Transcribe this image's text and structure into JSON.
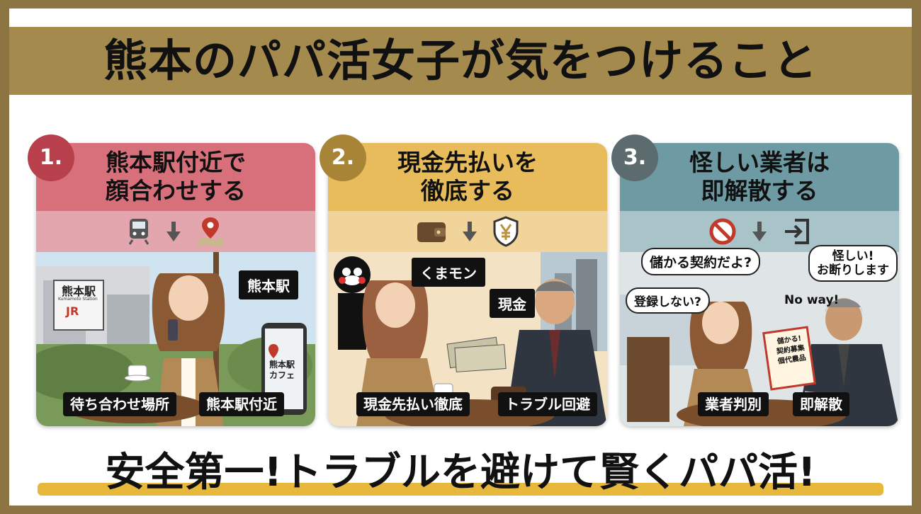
{
  "title": "熊本のパパ活女子が気をつけること",
  "panels": [
    {
      "number": "1.",
      "heading_line1": "熊本駅付近で",
      "heading_line2": "顔合わせする",
      "icons": [
        "train-icon",
        "arrow-down-icon",
        "map-pin-icon"
      ],
      "sign_station": "熊本駅",
      "sign_station_en": "Kumamoto Station",
      "sign_jr": "JR",
      "bubble": "熊本駅",
      "phone_label_line1": "熊本駅",
      "phone_label_line2": "カフェ",
      "tags": [
        "待ち合わせ場所",
        "熊本駅付近"
      ],
      "colors": {
        "header": "#d7707a",
        "iconrow": "#e4a6ae",
        "number": "#b8404c"
      }
    },
    {
      "number": "2.",
      "heading_line1": "現金先払いを",
      "heading_line2": "徹底する",
      "icons": [
        "wallet-icon",
        "arrow-down-icon",
        "yen-shield-icon"
      ],
      "bubble_1": "くまモン",
      "bubble_2": "現金",
      "tags": [
        "現金先払い徹底",
        "トラブル回避"
      ],
      "colors": {
        "header": "#e8bc5a",
        "iconrow": "#f0d49a",
        "number": "#a88436"
      }
    },
    {
      "number": "3.",
      "heading_line1": "怪しい業者は",
      "heading_line2": "即解散する",
      "icons": [
        "prohibited-icon",
        "arrow-down-icon",
        "exit-icon"
      ],
      "bubble_1": "儲かる契約だよ?",
      "bubble_2": "登録しない?",
      "bubble_3_line1": "怪しい!",
      "bubble_3_line2": "お断りします",
      "exclaim": "No way!",
      "doc_line1": "儲かる!",
      "doc_line2": "契約募集",
      "doc_line3": "個代農品",
      "tags": [
        "業者判別",
        "即解散"
      ],
      "colors": {
        "header": "#6e9aa3",
        "iconrow": "#a9c4c9",
        "number": "#5c6b6e"
      }
    }
  ],
  "slogan": "安全第一!トラブルを避けて賢くパパ活!",
  "colors": {
    "gold": "#a58a4e",
    "highlight": "#e8b83c"
  }
}
